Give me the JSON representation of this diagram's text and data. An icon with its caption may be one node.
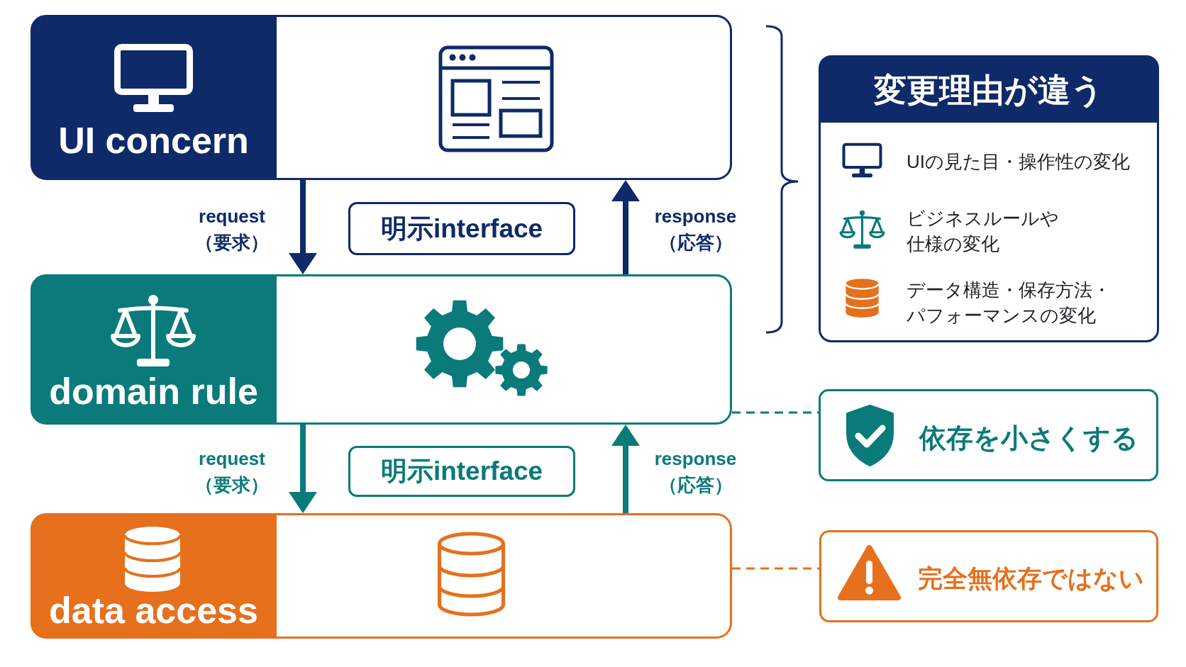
{
  "diagram": {
    "nodes": [
      {
        "text": [
          "UI concern"
        ]
      },
      {
        "text": [
          "明示interface"
        ]
      },
      {
        "text": [
          "domain rule"
        ]
      },
      {
        "text": [
          "明示interface"
        ]
      },
      {
        "text": [
          "data access"
        ]
      },
      {
        "text": [
          "変更理由が違う",
          "UIの見た目・操作性の変化",
          "ビジネスルールや仕様の変化",
          "データ構造・保存方法・パフォーマンスの変化"
        ]
      },
      {
        "text": [
          "依存を小さくする"
        ]
      },
      {
        "text": [
          "完全無依存ではない"
        ]
      }
    ],
    "edges": [
      {
        "from": 0,
        "to": 2,
        "arrow": "to",
        "label": "request （要求）",
        "color": "#0f2a68"
      },
      {
        "from": 2,
        "to": 0,
        "arrow": "to",
        "label": "response （応答）",
        "color": "#0f2a68"
      },
      {
        "from": 2,
        "to": 4,
        "arrow": "to",
        "label": "request （要求）",
        "color": "#0a7a7a"
      },
      {
        "from": 4,
        "to": 2,
        "arrow": "to",
        "label": "response （応答）",
        "color": "#0a7a7a"
      },
      {
        "from": 2,
        "to": 6,
        "arrow": "none",
        "style": "dashed",
        "color": "#0a7a7a"
      },
      {
        "from": 4,
        "to": 7,
        "arrow": "none",
        "style": "dashed",
        "color": "#e6701c"
      }
    ]
  }
}
